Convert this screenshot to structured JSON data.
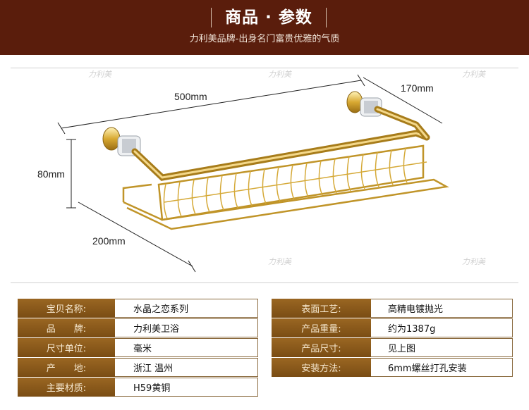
{
  "header": {
    "title": "商品 · 参数",
    "subtitle": "力利美品牌-出身名门富贵优雅的气质"
  },
  "dimensions": {
    "length": "500mm",
    "depth": "170mm",
    "height": "80mm",
    "width": "200mm"
  },
  "watermark": "力利美",
  "specs_left": [
    {
      "key": "宝贝名称:",
      "value": "水晶之恋系列"
    },
    {
      "key": "品　　牌:",
      "value": "力利美卫浴"
    },
    {
      "key": "尺寸单位:",
      "value": "毫米"
    },
    {
      "key": "产　　地:",
      "value": "浙江 温州"
    },
    {
      "key": "主要材质:",
      "value": "H59黄铜"
    }
  ],
  "specs_right": [
    {
      "key": "表面工艺:",
      "value": "高精电镀抛光"
    },
    {
      "key": "产品重量:",
      "value": "约为1387g"
    },
    {
      "key": "产品尺寸:",
      "value": "见上图"
    },
    {
      "key": "安装方法:",
      "value": "6mm螺丝打孔安装"
    }
  ],
  "colors": {
    "header_bg": "#5a1d0c",
    "label_bg": "#8a5a1c",
    "gold": "#d9b040"
  }
}
